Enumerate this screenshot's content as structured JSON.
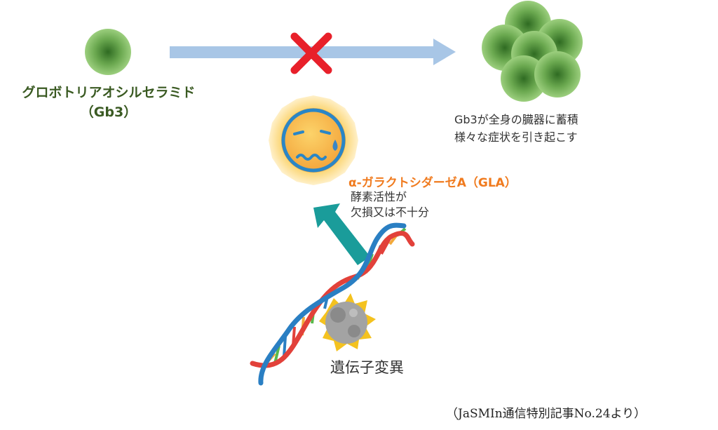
{
  "substrate": {
    "name_line1": "グロボトリアオシルセラミド",
    "name_line2": "（Gb3）"
  },
  "accumulation": {
    "line1": "Gb3が全身の臓器に蓄積",
    "line2": "様々な症状を引き起こす"
  },
  "enzyme": {
    "name": "α-ガラクトシダーゼA（GLA）",
    "status_line1": "酵素活性が",
    "status_line2": "欠損又は不十分"
  },
  "gene": {
    "label": "遺伝子変異"
  },
  "source": {
    "text": "（JaSMIn通信特別記事No.24より）"
  },
  "colors": {
    "arrow": "#a8c6e6",
    "cross": "#e8202a",
    "green_sphere": "#5e9e45",
    "enzyme_glow": "#f8c45a",
    "teal_arrow": "#1a9c9a"
  }
}
